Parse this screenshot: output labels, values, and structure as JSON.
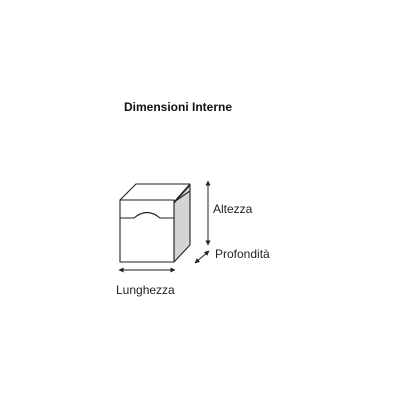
{
  "title": "Dimensioni Interne",
  "labels": {
    "height": "Altezza",
    "depth": "Profondità",
    "length": "Lunghezza"
  },
  "colors": {
    "front": "#ffffff",
    "top": "#ffffff",
    "side": "#d4d4d4",
    "line": "#222222"
  }
}
